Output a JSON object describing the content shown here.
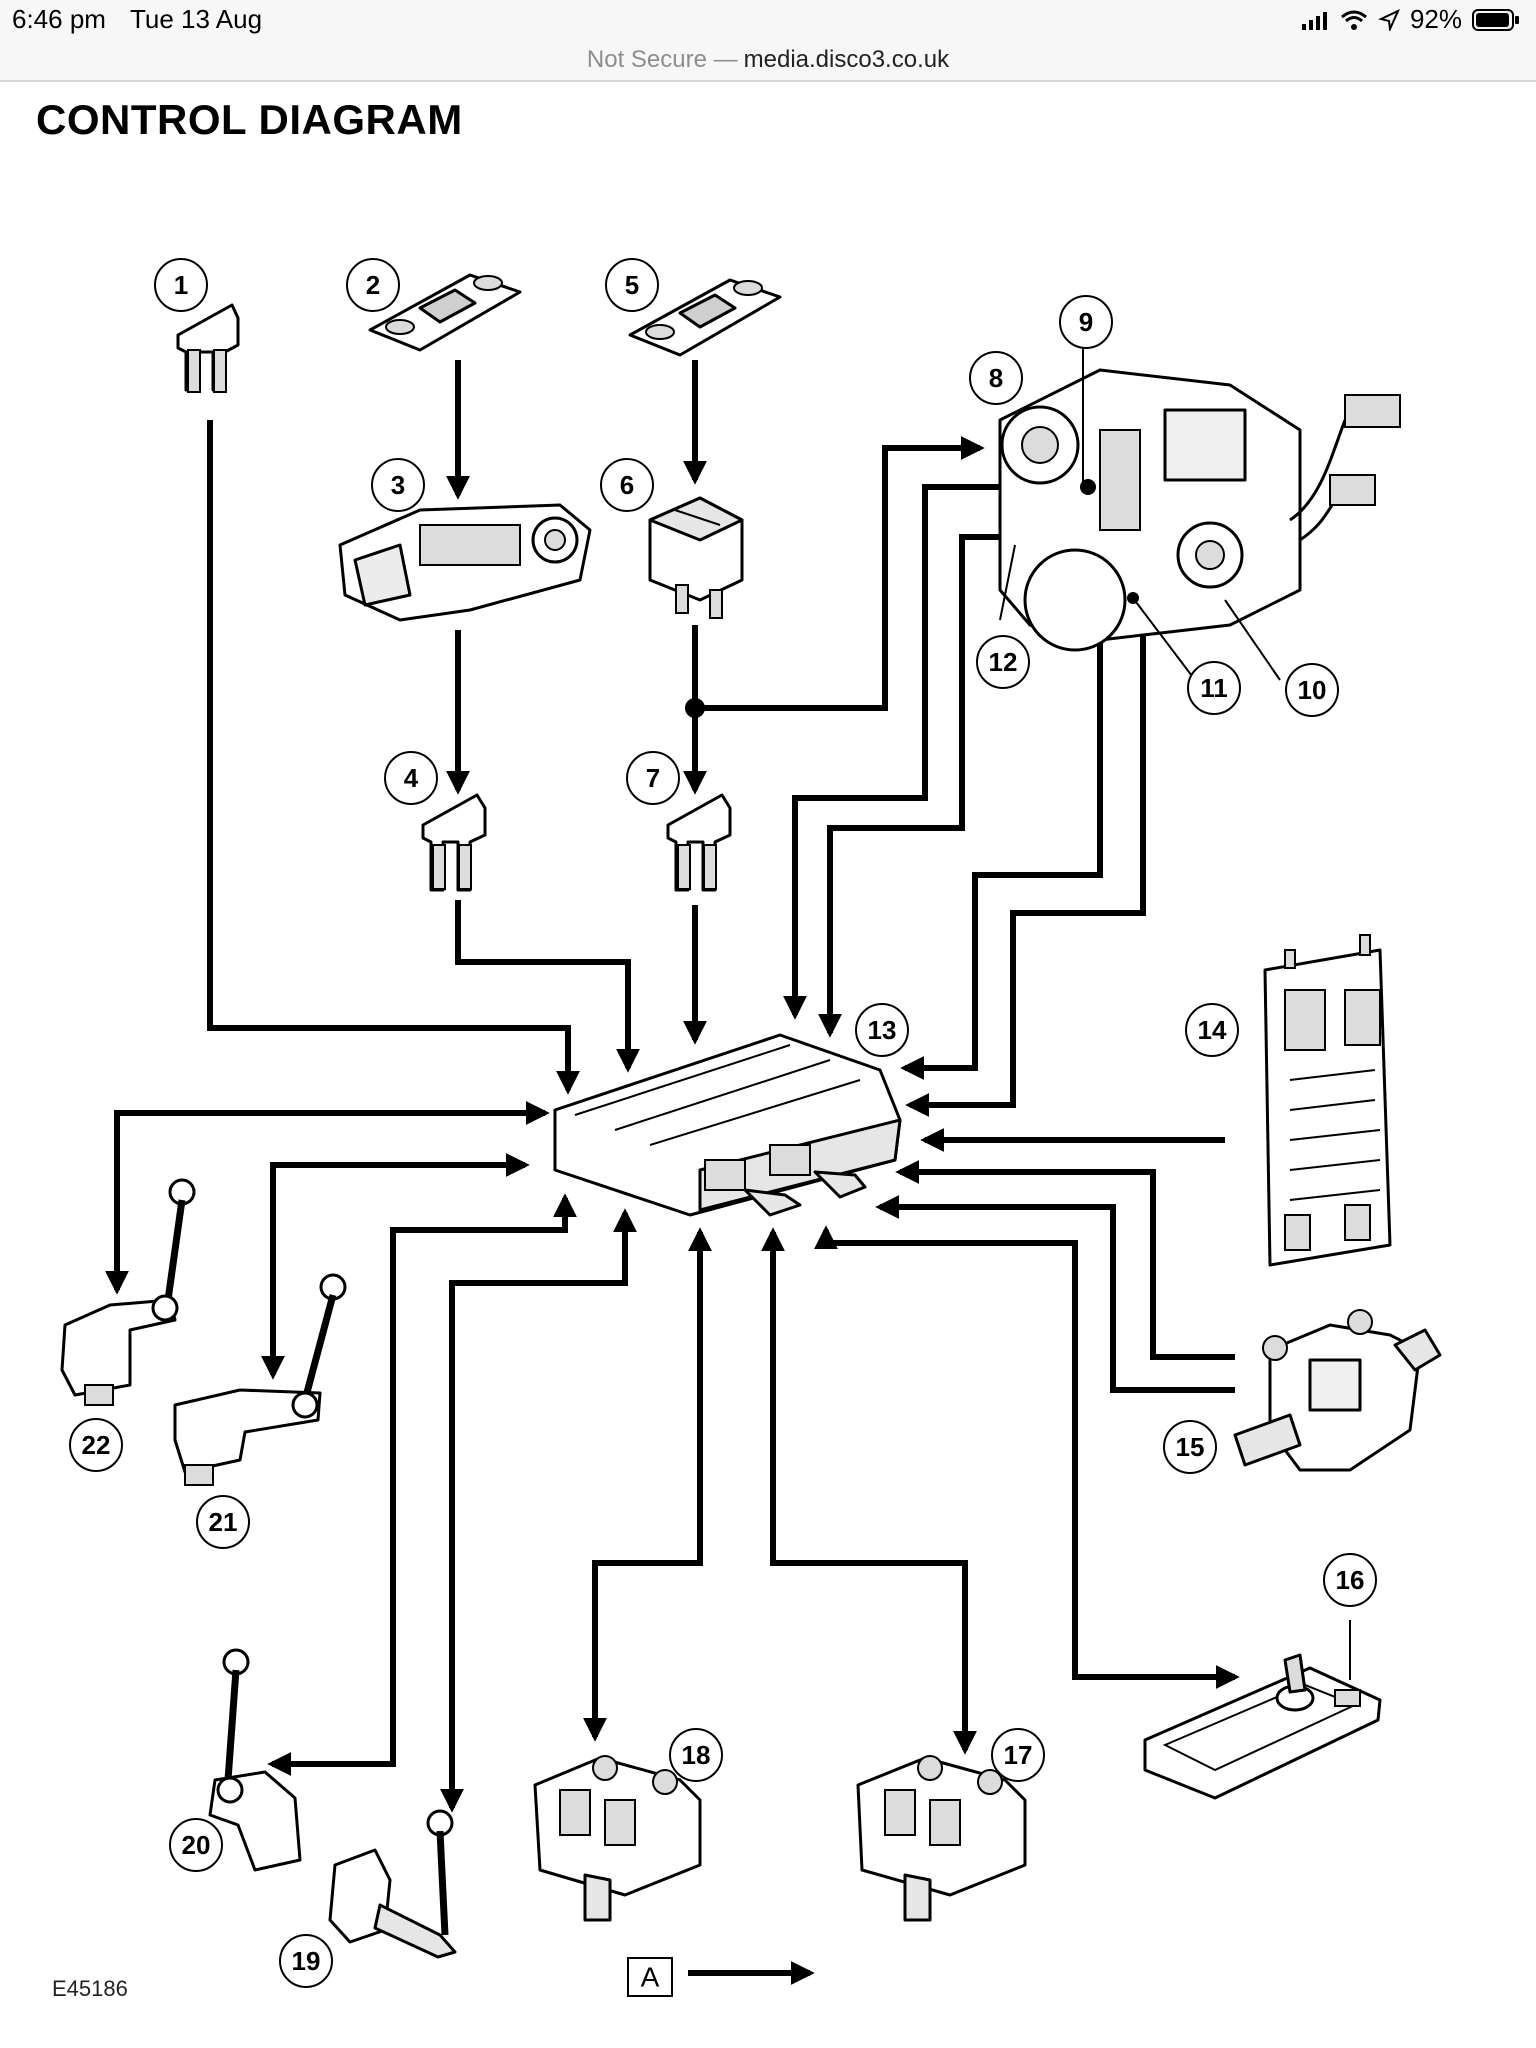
{
  "status_bar": {
    "time": "6:46 pm",
    "date": "Tue 13 Aug",
    "battery": "92%",
    "icons": [
      "signal-icon",
      "wifi-icon",
      "location-icon",
      "battery-icon"
    ]
  },
  "url_bar": {
    "not_secure": "Not Secure —",
    "domain": "media.disco3.co.uk"
  },
  "page": {
    "title": "CONTROL DIAGRAM"
  },
  "diagram": {
    "callouts": [
      "1",
      "2",
      "3",
      "4",
      "5",
      "6",
      "7",
      "8",
      "9",
      "10",
      "11",
      "12",
      "13",
      "14",
      "15",
      "16",
      "17",
      "18",
      "19",
      "20",
      "21",
      "22"
    ],
    "figure_code": "E45186",
    "legend_label": "A"
  }
}
